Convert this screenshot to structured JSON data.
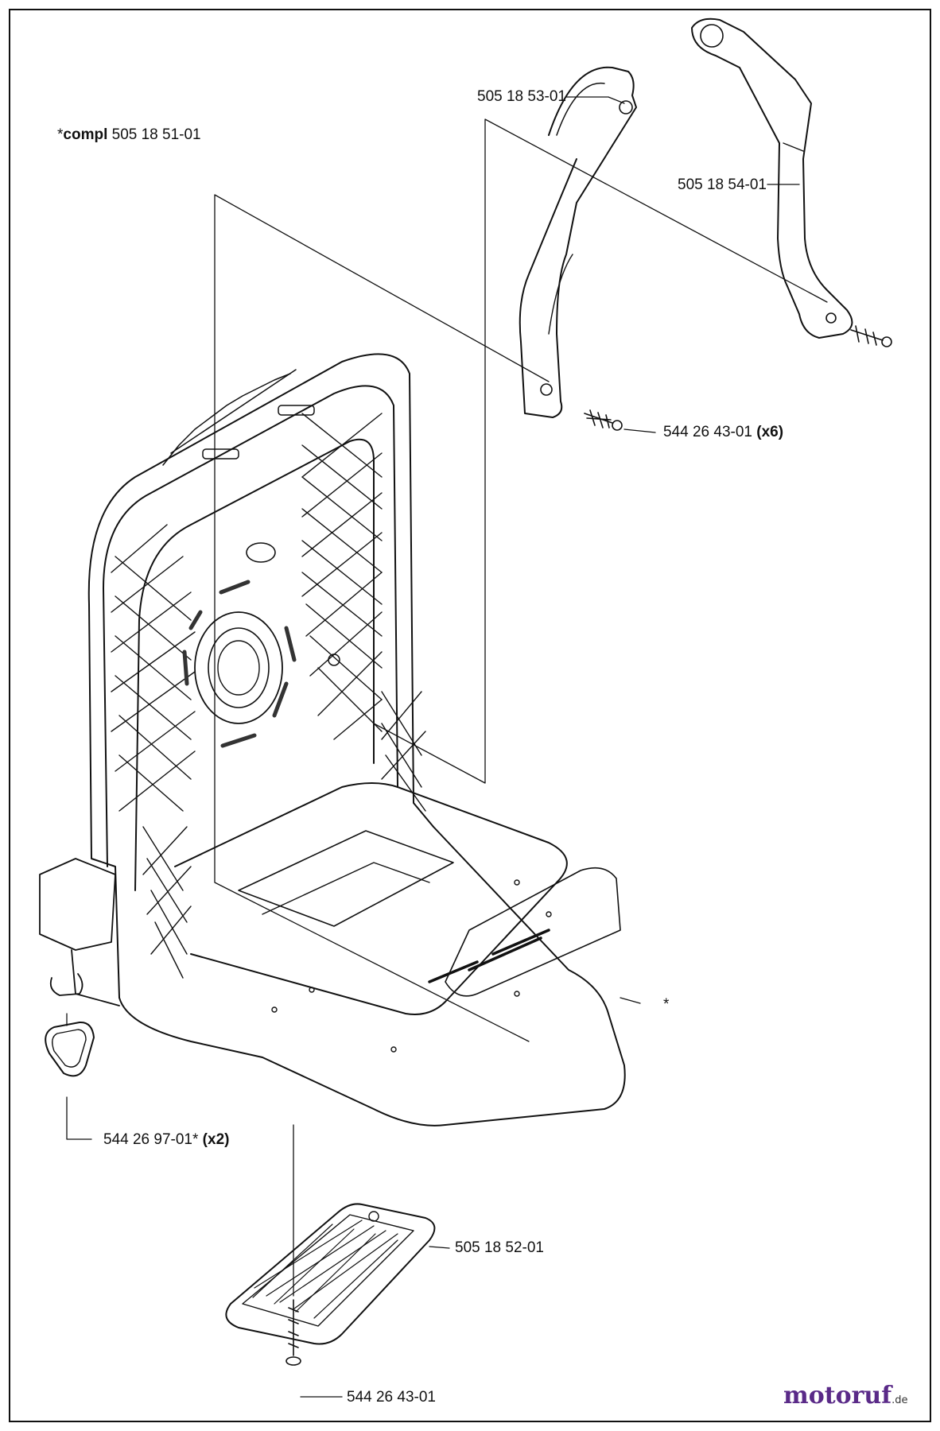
{
  "assembly": {
    "prefix": "*",
    "keyword": "compl",
    "number": "505 18 51-01"
  },
  "parts": [
    {
      "number": "505 18 53-01",
      "qty": ""
    },
    {
      "number": "505 18 54-01",
      "qty": ""
    },
    {
      "number": "544 26 43-01",
      "qty": "(x6)"
    },
    {
      "number": "*",
      "qty": ""
    },
    {
      "number": "544 26 97-01*",
      "qty": "(x2)"
    },
    {
      "number": "505 18 52-01",
      "qty": ""
    },
    {
      "number": "544 26 43-01",
      "qty": ""
    }
  ],
  "watermark": {
    "brand": "motoruf",
    "tld": ".de"
  }
}
